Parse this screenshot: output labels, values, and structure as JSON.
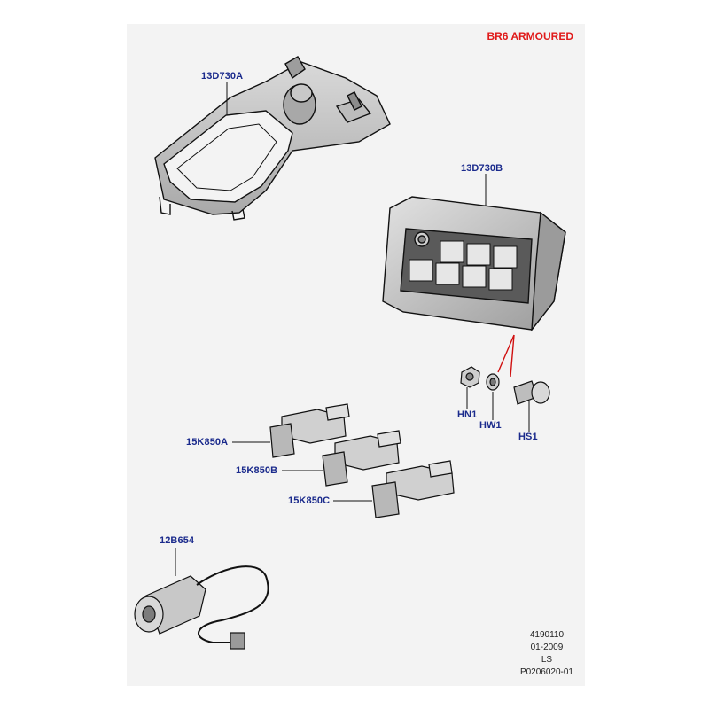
{
  "header": {
    "title": "BR6 ARMOURED",
    "title_color": "#e01b1b"
  },
  "callout_color": "#1a2a8c",
  "parts": [
    {
      "id": "13D730A",
      "label": "13D730A"
    },
    {
      "id": "13D730B",
      "label": "13D730B"
    },
    {
      "id": "HN1",
      "label": "HN1"
    },
    {
      "id": "HW1",
      "label": "HW1"
    },
    {
      "id": "HS1",
      "label": "HS1"
    },
    {
      "id": "15K850A",
      "label": "15K850A"
    },
    {
      "id": "15K850B",
      "label": "15K850B"
    },
    {
      "id": "15K850C",
      "label": "15K850C"
    },
    {
      "id": "12B654",
      "label": "12B654"
    }
  ],
  "footer": {
    "line1": "4190110",
    "line2": "01-2009",
    "line3": "LS",
    "line4": "P0206020-01"
  }
}
